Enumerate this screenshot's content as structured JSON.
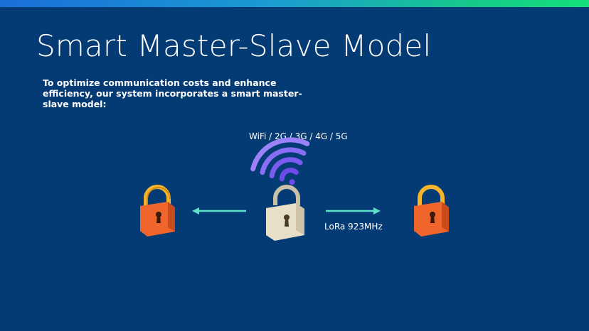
{
  "slide": {
    "title": "Smart Master-Slave Model",
    "subtitle": "To optimize communication costs and enhance efficiency, our system incorporates a smart master-slave model:"
  },
  "diagram": {
    "uplink_label": "WiFi / 2G / 3G / 4G / 5G",
    "link_label": "LoRa 923MHz",
    "icons": [
      "slave-lock-icon",
      "arrow-left-icon",
      "master-lock-icon",
      "wifi-icon",
      "arrow-right-icon",
      "slave-lock-icon"
    ],
    "colors": {
      "background": "#043b74",
      "arrow": "#5fe0c8",
      "slave_lock": "#f0652c",
      "master_lock": "#e8dfc9",
      "wifi": "#7b5cf0"
    }
  }
}
